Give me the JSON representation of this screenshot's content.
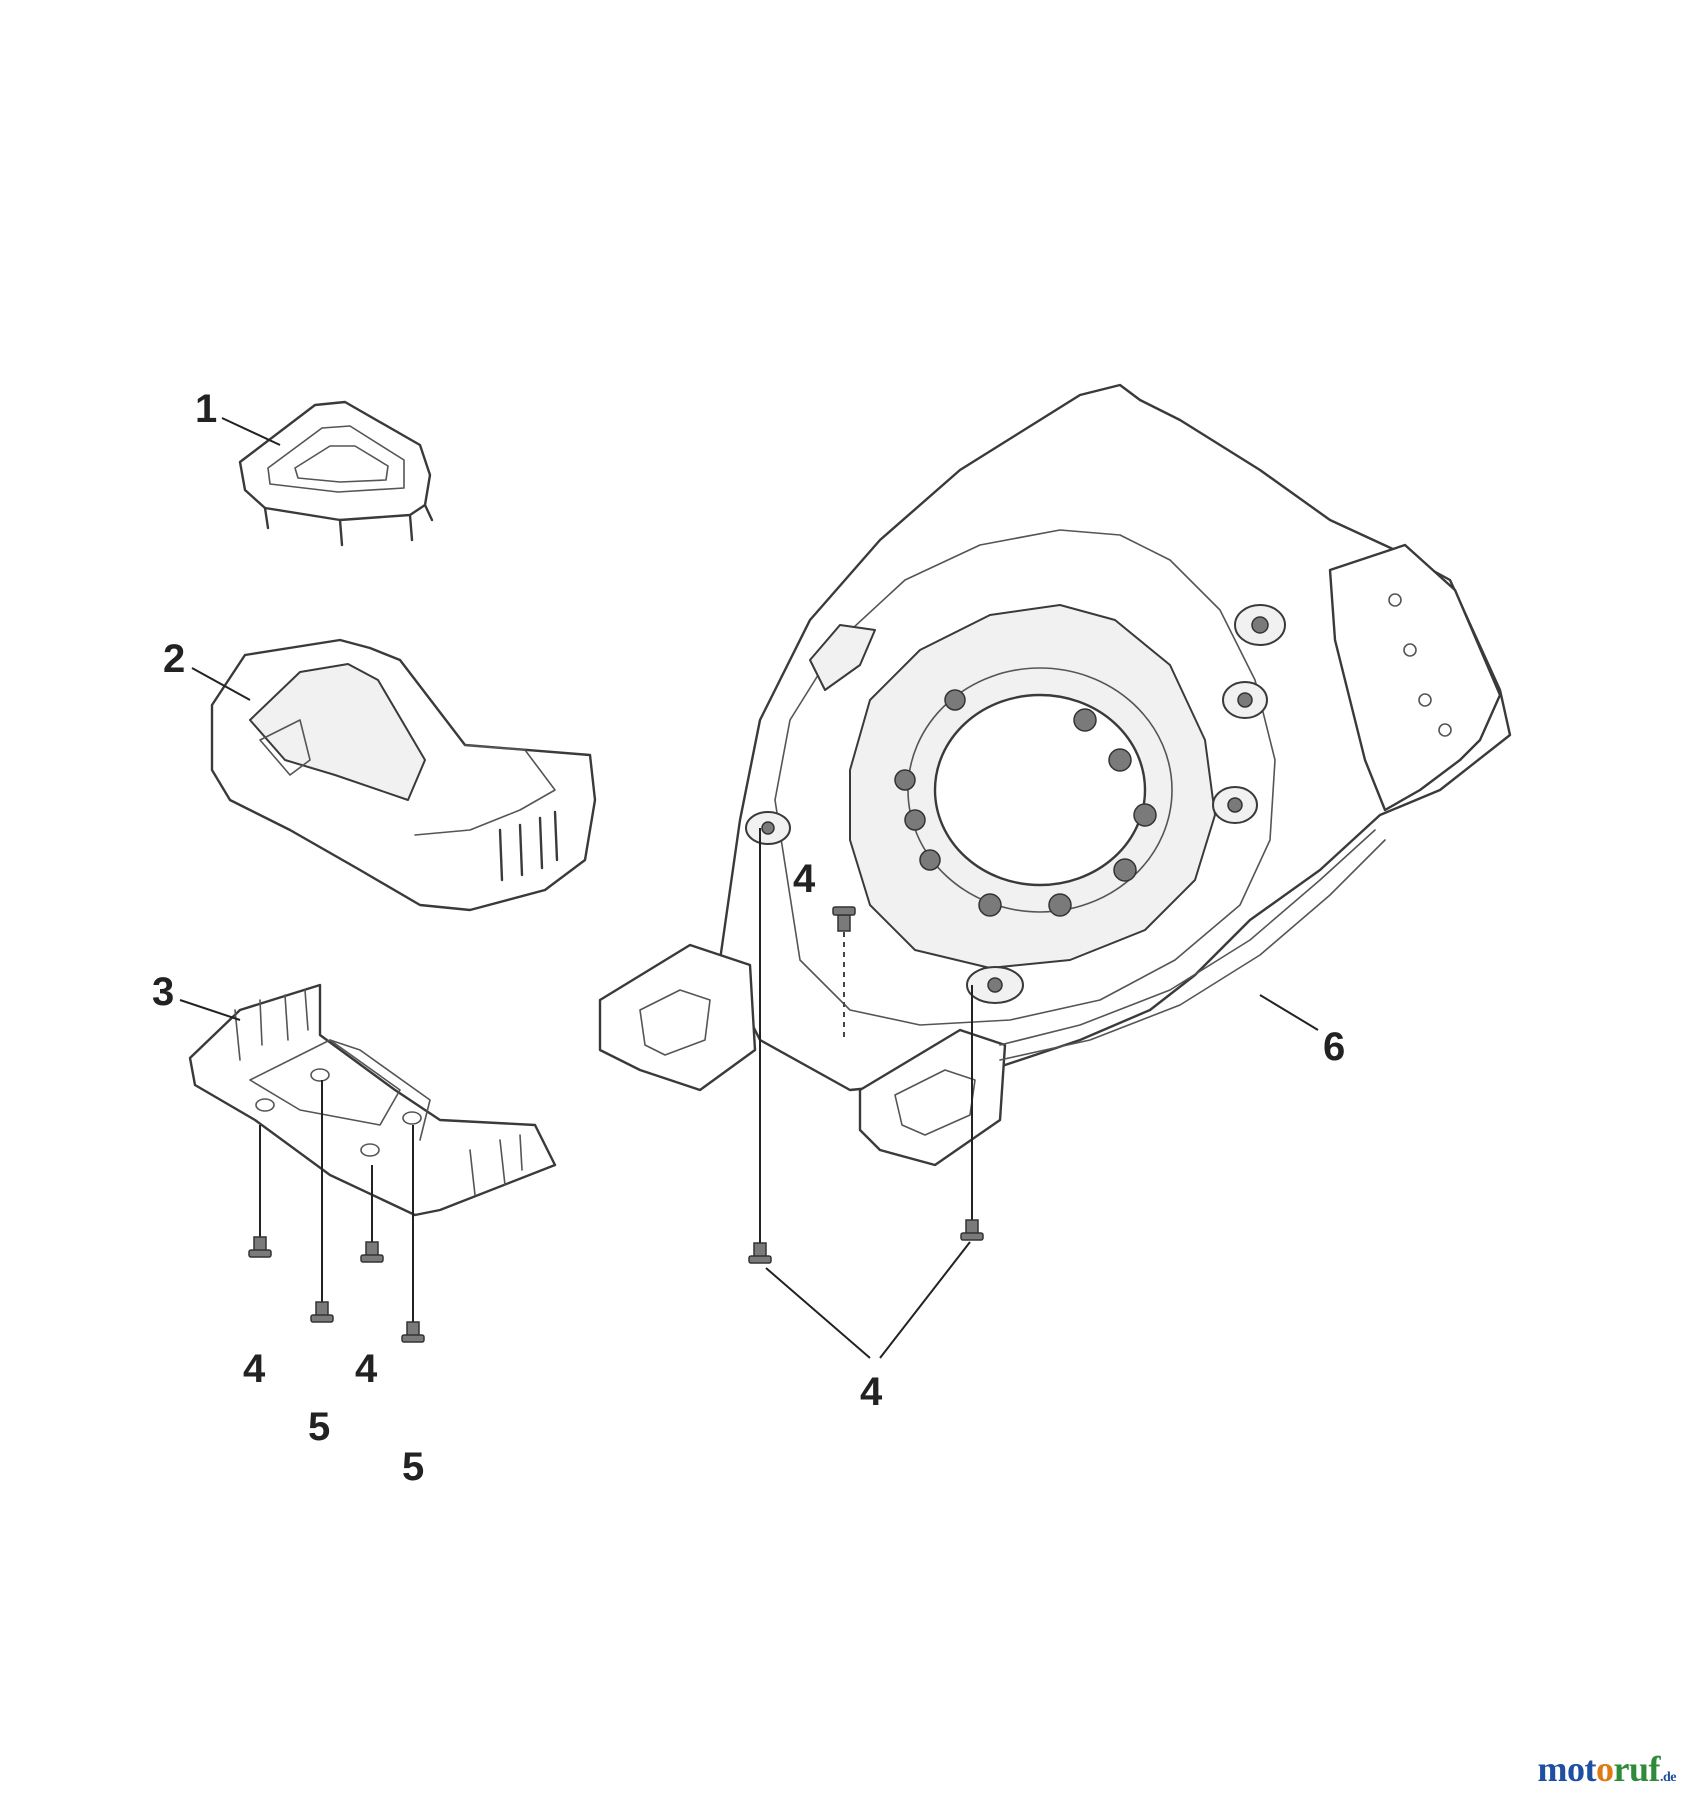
{
  "callouts": [
    {
      "id": "c1",
      "label": "1"
    },
    {
      "id": "c2",
      "label": "2"
    },
    {
      "id": "c3",
      "label": "3"
    },
    {
      "id": "c4a",
      "label": "4"
    },
    {
      "id": "c4b",
      "label": "4"
    },
    {
      "id": "c4c",
      "label": "4"
    },
    {
      "id": "c4d",
      "label": "4"
    },
    {
      "id": "c5a",
      "label": "5"
    },
    {
      "id": "c5b",
      "label": "5"
    },
    {
      "id": "c6",
      "label": "6"
    }
  ],
  "watermark": {
    "part1": "mot",
    "part2": "o",
    "part3": "ruf",
    "tld": ".de",
    "colors": {
      "blue": "#1f4fa0",
      "orange": "#e07a12",
      "green": "#2f8a3a"
    }
  }
}
